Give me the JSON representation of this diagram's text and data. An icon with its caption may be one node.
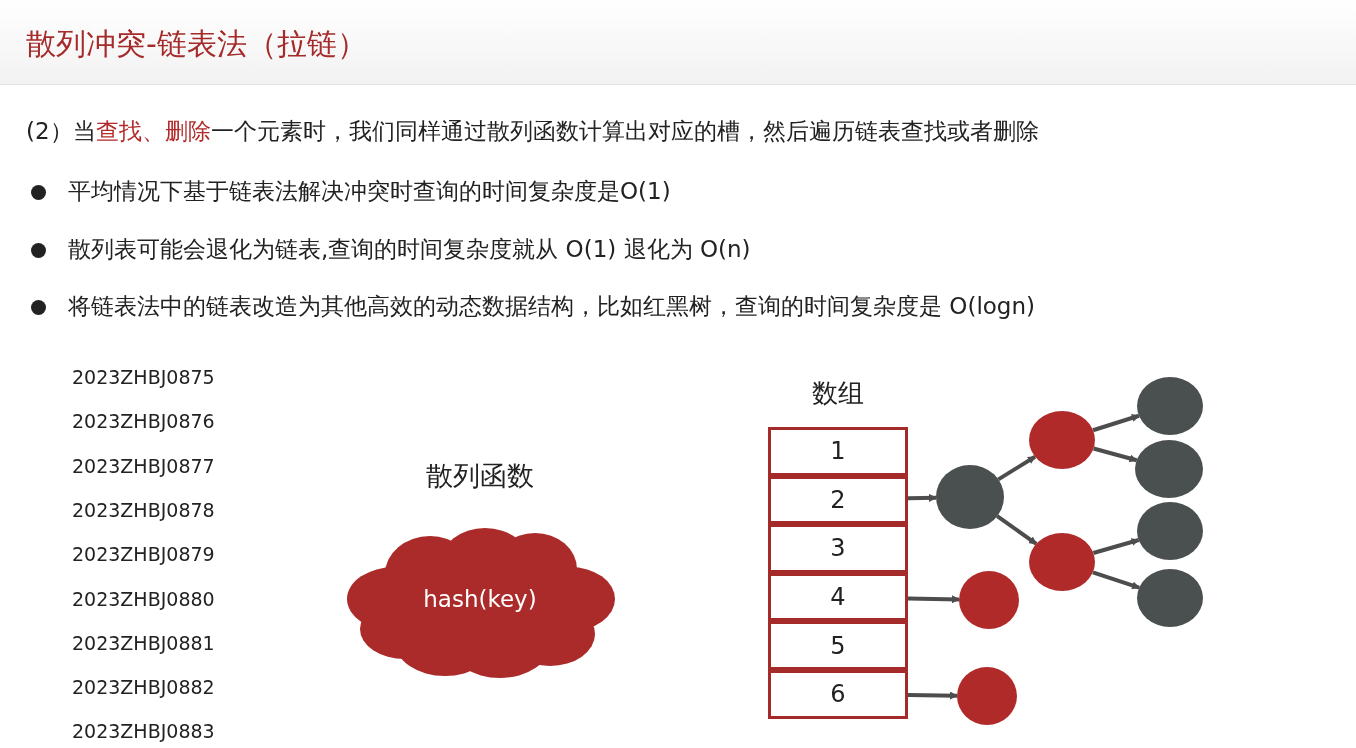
{
  "diagram": {
    "title": "散列冲突-链表法（拉链）",
    "nodes": [
      {
        "text": [
          "散列函数",
          "hash(key)"
        ]
      },
      {
        "text": [
          "数组"
        ]
      },
      {
        "text": [
          "1"
        ],
        "in": 1
      },
      {
        "text": [
          "2"
        ],
        "in": 1
      },
      {
        "text": [
          "3"
        ],
        "in": 1
      },
      {
        "text": [
          "4"
        ],
        "in": 1
      },
      {
        "text": [
          "5"
        ],
        "in": 1
      },
      {
        "text": [
          "6"
        ],
        "in": 1
      },
      {
        "text": [],
        "shape": "circle"
      },
      {
        "text": [],
        "shape": "circle"
      },
      {
        "text": [],
        "shape": "circle"
      },
      {
        "text": [],
        "shape": "circle"
      },
      {
        "text": [],
        "shape": "circle"
      },
      {
        "text": [],
        "shape": "circle"
      },
      {
        "text": [],
        "shape": "circle"
      },
      {
        "text": [],
        "shape": "circle"
      },
      {
        "text": [],
        "shape": "circle"
      }
    ],
    "edges": [
      {
        "from": 3,
        "to": 8,
        "arrow": "to"
      },
      {
        "from": 8,
        "to": 9,
        "arrow": "to"
      },
      {
        "from": 8,
        "to": 10,
        "arrow": "to"
      },
      {
        "from": 9,
        "to": 11,
        "arrow": "to"
      },
      {
        "from": 9,
        "to": 12,
        "arrow": "to"
      },
      {
        "from": 10,
        "to": 13,
        "arrow": "to"
      },
      {
        "from": 10,
        "to": 14,
        "arrow": "to"
      },
      {
        "from": 5,
        "to": 15,
        "arrow": "to"
      },
      {
        "from": 7,
        "to": 16,
        "arrow": "to"
      }
    ],
    "labels": [
      "(2）当**查找、删除**一个元素时，我们同样通过散列函数计算出对应的槽，然后遍历链表查找或者删除",
      "平均情况下基于链表法解决冲突时查询的时间复杂度是O(1)",
      "散列表可能会退化为链表,查询的时间复杂度就从 O(1) 退化为 O(n)",
      "将链表法中的链表改造为其他高效的动态数据结构，比如红黑树，查询的时间复杂度是 O(logn)",
      "2023ZHBJ0875",
      "2023ZHBJ0876",
      "2023ZHBJ0877",
      "2023ZHBJ0878",
      "2023ZHBJ0879",
      "2023ZHBJ0880",
      "2023ZHBJ0881",
      "2023ZHBJ0882",
      "2023ZHBJ0883"
    ]
  }
}
